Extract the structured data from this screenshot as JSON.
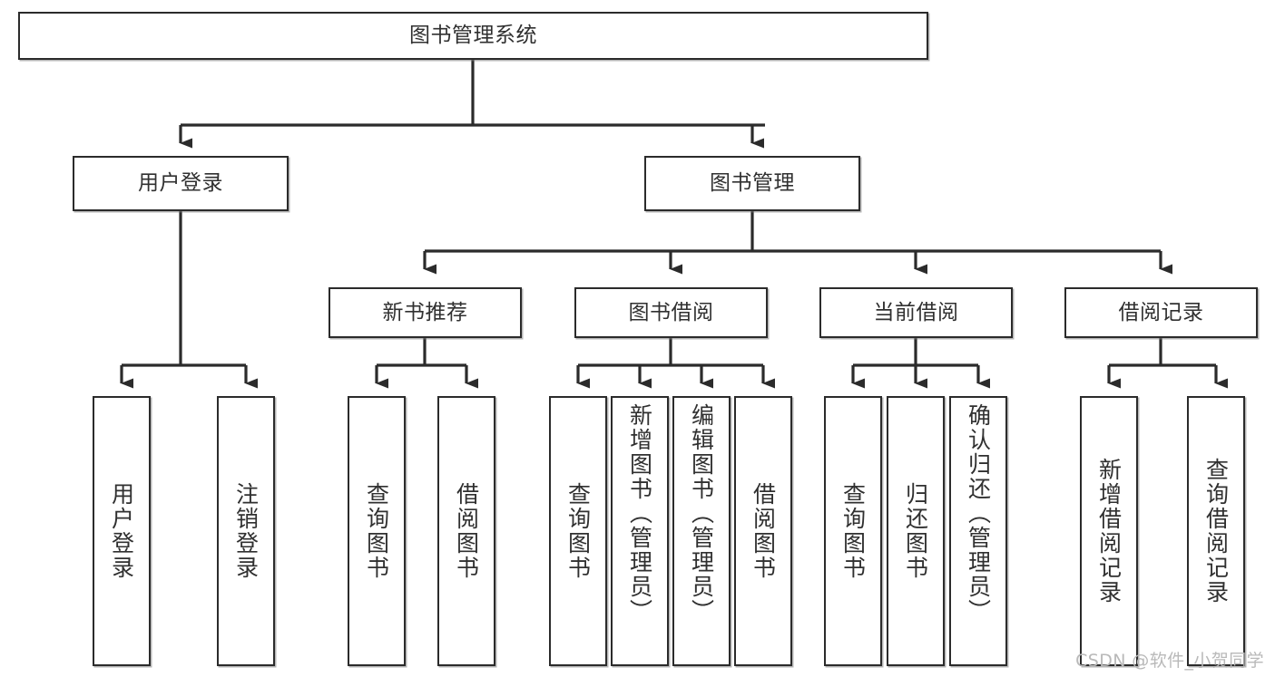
{
  "diagram": {
    "title": "图书管理系统",
    "type": "tree-hierarchy",
    "watermark": "CSDN @软件_小贺同学",
    "colors": {
      "box_border": "#2b2b2b",
      "box_fill": "#ffffff",
      "text": "#303030",
      "connector": "#2b2b2b",
      "watermark": "#b9b9b9",
      "page_background": "#ffffff"
    },
    "root": {
      "label": "图书管理系统"
    },
    "level2": [
      {
        "label": "用户登录"
      },
      {
        "label": "图书管理"
      }
    ],
    "level3": [
      {
        "label": "新书推荐"
      },
      {
        "label": "图书借阅"
      },
      {
        "label": "当前借阅"
      },
      {
        "label": "借阅记录"
      }
    ],
    "leaves": {
      "user_login": [
        {
          "label": "用户登录"
        },
        {
          "label": "注销登录"
        }
      ],
      "new_book_recommend": [
        {
          "label": "查询图书"
        },
        {
          "label": "借阅图书"
        }
      ],
      "book_borrow": [
        {
          "label": "查询图书"
        },
        {
          "label": "新增图书（管理员）"
        },
        {
          "label": "编辑图书（管理员）"
        },
        {
          "label": "借阅图书"
        }
      ],
      "current_borrow": [
        {
          "label": "查询图书"
        },
        {
          "label": "归还图书"
        },
        {
          "label": "确认归还（管理员）"
        }
      ],
      "borrow_record": [
        {
          "label": "新增借阅记录"
        },
        {
          "label": "查询借阅记录"
        }
      ]
    }
  }
}
